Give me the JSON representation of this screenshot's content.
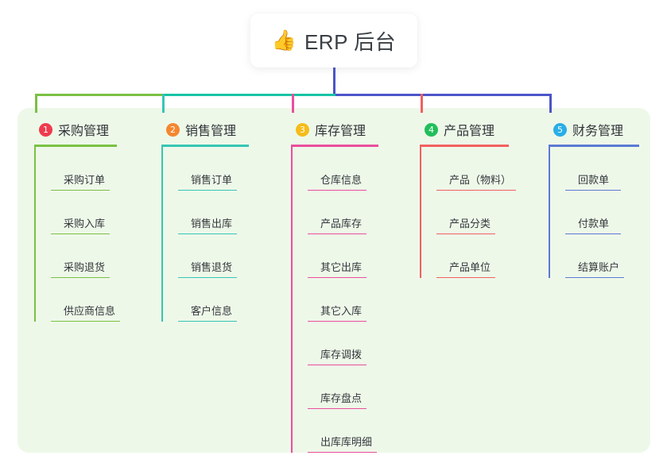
{
  "header": {
    "emoji": "👍",
    "emoji_name": "thumbs-up-icon",
    "title": "ERP 后台"
  },
  "colors": {
    "panel_bg": "#eef8e9",
    "bus_left": "#7ac143",
    "bus_mid": "#17c3a6",
    "bus_right": "#4b55c8",
    "column_1": "#7ac143",
    "column_2": "#36c6b4",
    "column_3": "#ea4e9d",
    "column_4": "#f2605f",
    "column_5": "#5b7ad4",
    "badge_1": "#ef3b4e",
    "badge_2": "#f5862e",
    "badge_3": "#f6bc18",
    "badge_4": "#21bf5c",
    "badge_5": "#29aee6"
  },
  "chart_data": {
    "type": "diagram",
    "title": "ERP 后台",
    "layout": "org-chart",
    "columns": 5
  },
  "columns": [
    {
      "number": "1",
      "title": "采购管理",
      "color": "#7ac143",
      "badge_color": "#ef3b4e",
      "items": [
        "采购订单",
        "采购入库",
        "采购退货",
        "供应商信息"
      ]
    },
    {
      "number": "2",
      "title": "销售管理",
      "color": "#36c6b4",
      "badge_color": "#f5862e",
      "items": [
        "销售订单",
        "销售出库",
        "销售退货",
        "客户信息"
      ]
    },
    {
      "number": "3",
      "title": "库存管理",
      "color": "#ea4e9d",
      "badge_color": "#f6bc18",
      "items": [
        "仓库信息",
        "产品库存",
        "其它出库",
        "其它入库",
        "库存调拨",
        "库存盘点",
        "出库库明细"
      ]
    },
    {
      "number": "4",
      "title": "产品管理",
      "color": "#f2605f",
      "badge_color": "#21bf5c",
      "items": [
        "产品（物料）",
        "产品分类",
        "产品单位"
      ]
    },
    {
      "number": "5",
      "title": "财务管理",
      "color": "#5b7ad4",
      "badge_color": "#29aee6",
      "items": [
        "回款单",
        "付款单",
        "结算账户"
      ]
    }
  ]
}
